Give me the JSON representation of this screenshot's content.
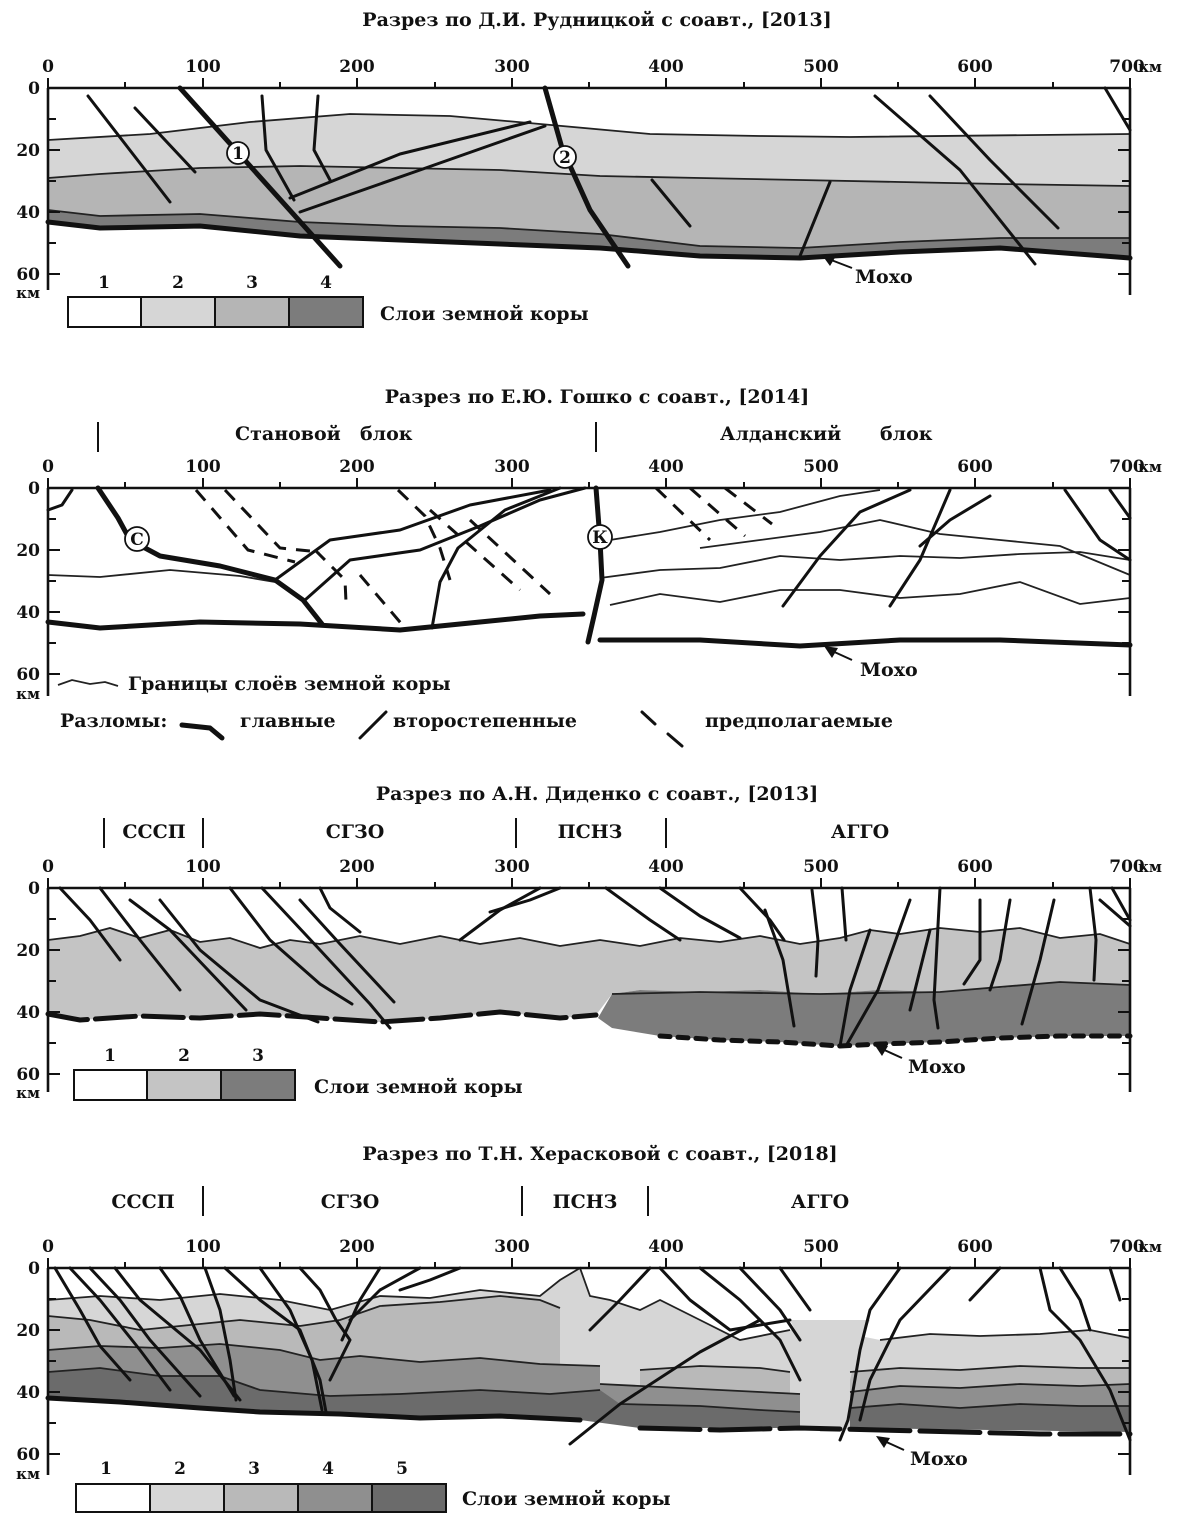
{
  "axis": {
    "x_ticks": [
      "0",
      "100",
      "200",
      "300",
      "400",
      "500",
      "600",
      "700"
    ],
    "x_unit": "км",
    "y_ticks": [
      "0",
      "20",
      "40",
      "60"
    ],
    "y_unit": "км"
  },
  "colors": {
    "layer1": "#ffffff",
    "layer2": "#d6d6d6",
    "layer3": "#b5b5b5",
    "layer4": "#7c7c7c",
    "layer5": "#6b6b6b",
    "line": "#111111"
  },
  "sections": [
    {
      "title": "Разрез по Д.И. Рудницкой с соавт., [2013]",
      "fault_labels": [
        "1",
        "2"
      ],
      "moho_label": "Мохо",
      "legend": {
        "numbers": [
          "1",
          "2",
          "3",
          "4"
        ],
        "caption": "Слои земной коры"
      }
    },
    {
      "title": "Разрез по Е.Ю. Гошко с соавт., [2014]",
      "blocks": [
        "Становой",
        "блок",
        "Алданский",
        "блок"
      ],
      "fault_labels": [
        "С",
        "К"
      ],
      "moho_label": "Мохо",
      "boundaries_label": "Границы слоёв земной коры",
      "faults_label": "Разломы:",
      "fault_types": [
        "главные",
        "второстепенные",
        "предполагаемые"
      ]
    },
    {
      "title": "Разрез по А.Н. Диденко с соавт., [2013]",
      "zones": [
        "СССП",
        "СГЗО",
        "ПСНЗ",
        "АГГО"
      ],
      "moho_label": "Мохо",
      "legend": {
        "numbers": [
          "1",
          "2",
          "3"
        ],
        "caption": "Слои земной коры"
      }
    },
    {
      "title": "Разрез по Т.Н. Херасковой с соавт., [2018]",
      "zones": [
        "СССП",
        "СГЗО",
        "ПСНЗ",
        "АГГО"
      ],
      "moho_label": "Мохо",
      "legend": {
        "numbers": [
          "1",
          "2",
          "3",
          "4",
          "5"
        ],
        "caption": "Слои земной коры"
      }
    }
  ]
}
